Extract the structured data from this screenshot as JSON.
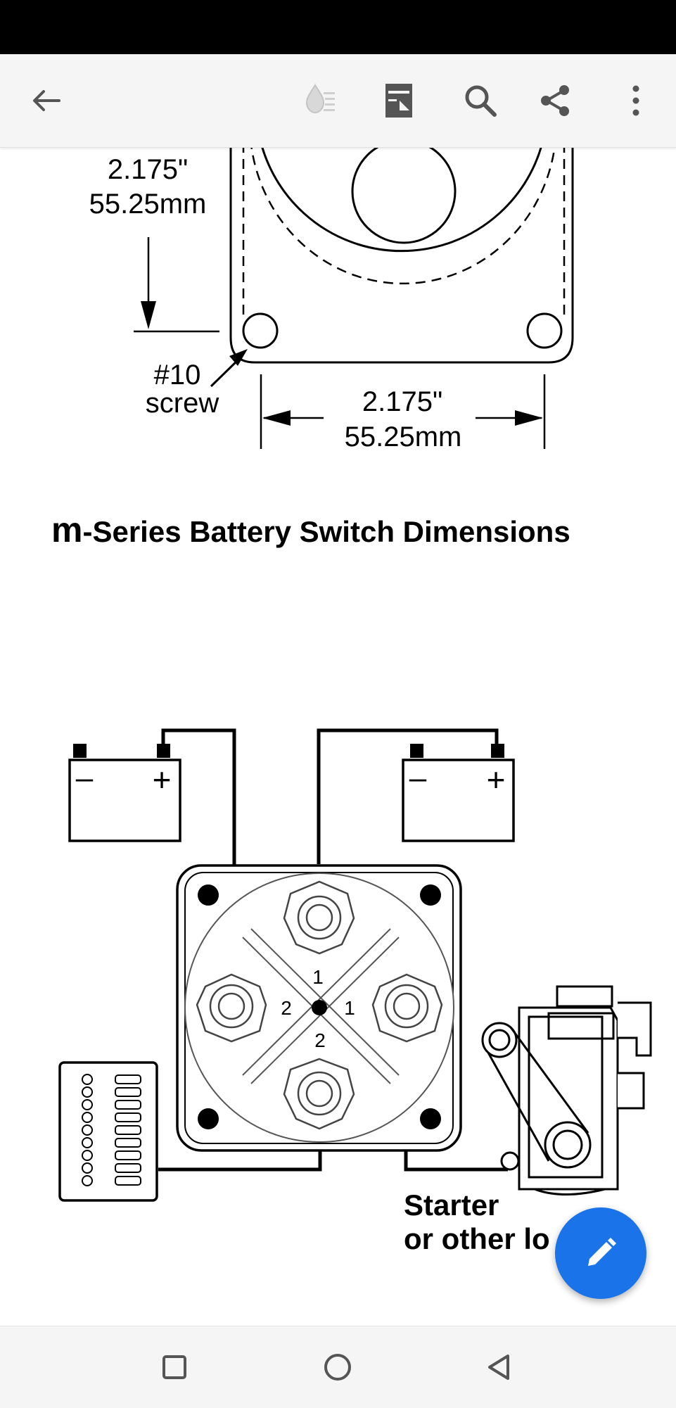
{
  "toolbar": {
    "back": "back-arrow-icon",
    "actions": [
      "drop-list-icon",
      "reading-mode-icon",
      "search-icon",
      "share-icon",
      "more-vert-icon"
    ]
  },
  "document": {
    "dim_v_in": "2.175\"",
    "dim_v_mm": "55.25mm",
    "screw_1": "#10",
    "screw_2": "screw",
    "dim_h_in": "2.175\"",
    "dim_h_mm": "55.25mm",
    "title_prefix": "m",
    "title_rest": "-Series Battery Switch Dimensions",
    "minus_left": "–",
    "plus_left": "+",
    "minus_right": "–",
    "plus_right": "+",
    "pos_1_top": "1",
    "pos_2_left": "2",
    "pos_1_right": "1",
    "pos_2_bottom": "2",
    "load_1": "Starter",
    "load_2": "or other lo"
  },
  "fab": {
    "icon": "pencil-edit-icon"
  },
  "navbar": {
    "items": [
      "recents-square-icon",
      "home-circle-icon",
      "back-triangle-icon"
    ]
  },
  "colors": {
    "accent": "#1a73e8",
    "appbar": "#f5f5f5",
    "icon": "#555555"
  }
}
